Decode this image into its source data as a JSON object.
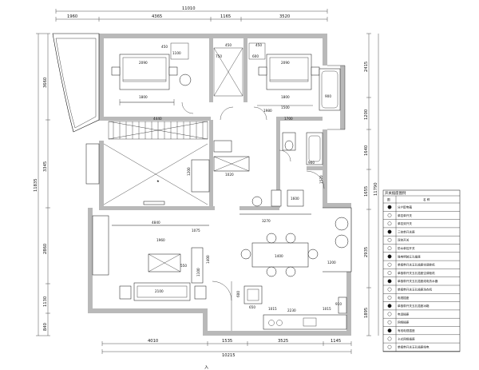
{
  "dims": {
    "top_total": "11010",
    "top_segments": [
      "1960",
      "4365",
      "1165",
      "3520"
    ],
    "bottom_total": "10215",
    "bottom_segments": [
      "4010",
      "1535",
      "3525",
      "1145"
    ],
    "left_outer": "11835",
    "left_segments": [
      "3660",
      "3345",
      "2860",
      "1130",
      "840"
    ],
    "right_segments": [
      "2415",
      "1200",
      "1640",
      "1655",
      "2935",
      "1895"
    ],
    "right_outer": "11790"
  },
  "labels": {
    "bed1_w": "2090",
    "bed1_d": "1800",
    "bed2_w": "2090",
    "bed2_d": "1800",
    "wardrobe_a": "450",
    "wardrobe_b": "1100",
    "wardrobe_c": "450",
    "wardrobe_d": "750",
    "wardrobe_e": "600",
    "wardrobe_f": "450",
    "wardrobe_g": "1980",
    "bath_w": "900",
    "bath_l": "1700",
    "bath2": "1500",
    "cabinet_long": "4440",
    "desk_h": "1200",
    "desk_w": "1020",
    "shower_w": "900",
    "shower_h": "1520",
    "basin": "1600",
    "tv_w": "4840",
    "tv_h": "1075",
    "sofa_w": "2100",
    "coffee_w": "550",
    "sofa_d": "1100",
    "sofa_side": "1400",
    "side_a": "1960",
    "dining_w": "1400",
    "dining_h": "900",
    "hood_a": "3270",
    "hood_b": "1200",
    "kitchen_a": "2230",
    "kitchen_b": "910",
    "kitchen_c": "600",
    "kitchen_d": "1015",
    "kitchen_e": "1015",
    "fridge": "650",
    "ceiling_mark": "★"
  },
  "legend": {
    "title": "开关插座图例",
    "col_symbol": "图",
    "col_name": "名 称",
    "rows": [
      "分户配电箱",
      "单控单开关",
      "单控双开关",
      "三控单开关座",
      "双控开关",
      "防水单控开关",
      "强电明装五孔插座",
      "单极带开关五孔插座空调挂机",
      "单极带开关五孔插座空调柜机",
      "单极带开关五孔插座线电热水器",
      "单极带开关五孔插座洗衣机",
      "电视插座",
      "单极带开关五孔插座冰箱",
      "电话插座",
      "网络插座",
      "有线电视插座",
      "卡式网络插座",
      "单极带开关五孔插座线电"
    ]
  },
  "bottom_note": "入"
}
